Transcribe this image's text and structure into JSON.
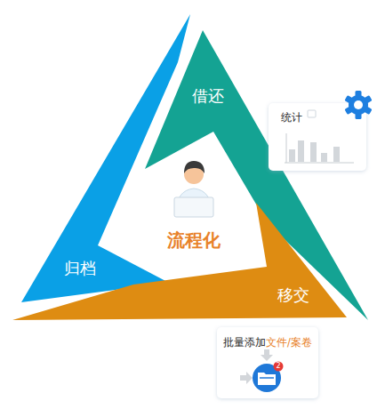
{
  "diagram": {
    "nodes": [
      {
        "text": [
          "借还"
        ]
      },
      {
        "text": [
          "归档"
        ]
      },
      {
        "text": [
          "移交"
        ]
      },
      {
        "text": [
          "统计"
        ]
      },
      {
        "text": [
          "批量添加",
          "文件/案卷"
        ]
      }
    ],
    "labels": [
      "流程化",
      "2"
    ]
  }
}
